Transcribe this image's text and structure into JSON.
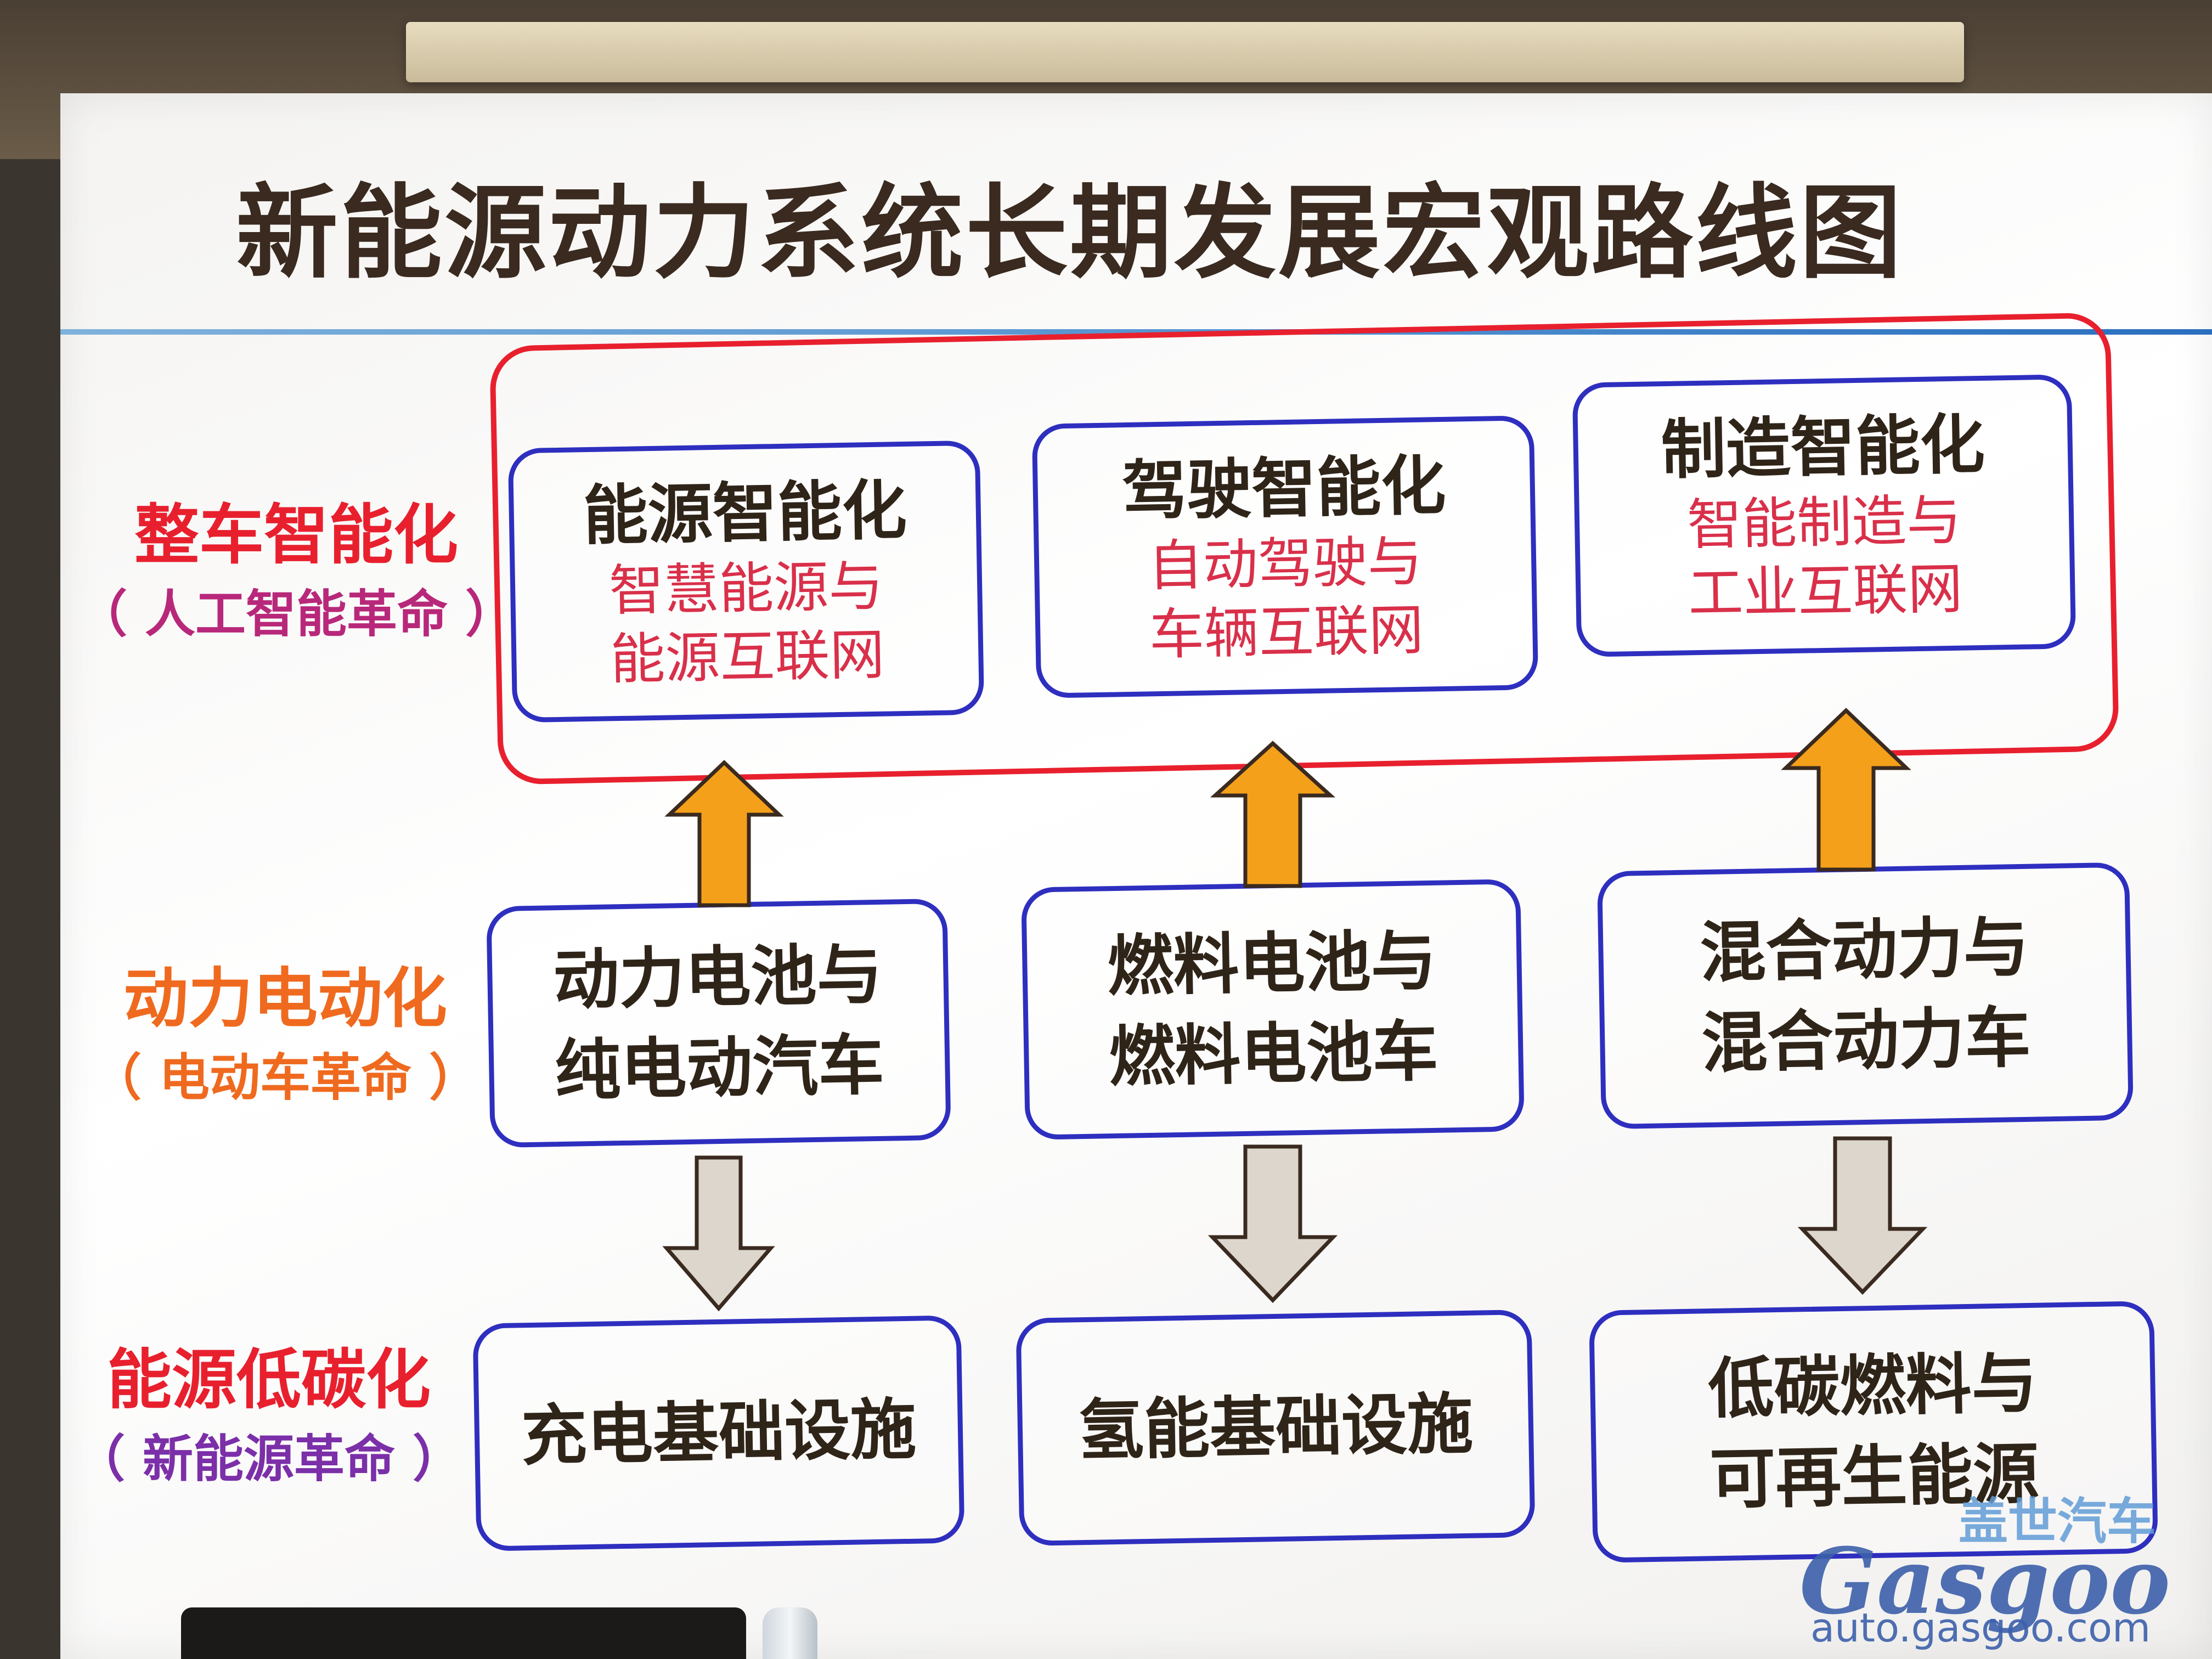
{
  "title": "新能源动力系统长期发展宏观路线图",
  "colors": {
    "frame_red": "#e8202e",
    "box_blue": "#2e2fbf",
    "arrow_up": "#f5a01a",
    "arrow_down": "#dcd6cc",
    "label_top": "#e8202e",
    "label_mid": "#ef6a1f",
    "label_bottom": "#e8202e",
    "desc_red": "#d9304a"
  },
  "rows": [
    {
      "label": "整车智能化",
      "sublabel": "（ 人工智能革命 ）",
      "boxes": [
        {
          "head": "能源智能化",
          "desc": [
            "智慧能源与",
            "能源互联网"
          ]
        },
        {
          "head": "驾驶智能化",
          "desc": [
            "自动驾驶与",
            "车辆互联网"
          ]
        },
        {
          "head": "制造智能化",
          "desc": [
            "智能制造与",
            "工业互联网"
          ]
        }
      ]
    },
    {
      "label": "动力电动化",
      "sublabel": "（ 电动车革命 ）",
      "boxes": [
        {
          "lines": [
            "动力电池与",
            "纯电动汽车"
          ]
        },
        {
          "lines": [
            "燃料电池与",
            "燃料电池车"
          ]
        },
        {
          "lines": [
            "混合动力与",
            "混合动力车"
          ]
        }
      ]
    },
    {
      "label": "能源低碳化",
      "sublabel": "（ 新能源革命 ）",
      "boxes": [
        {
          "lines": [
            "充电基础设施"
          ]
        },
        {
          "lines": [
            "氢能基础设施"
          ]
        },
        {
          "lines": [
            "低碳燃料与",
            "可再生能源"
          ]
        }
      ]
    }
  ],
  "watermark": {
    "cn": "盖世汽车",
    "logo": "Gasgoo",
    "url": "auto.gasgoo.com"
  }
}
